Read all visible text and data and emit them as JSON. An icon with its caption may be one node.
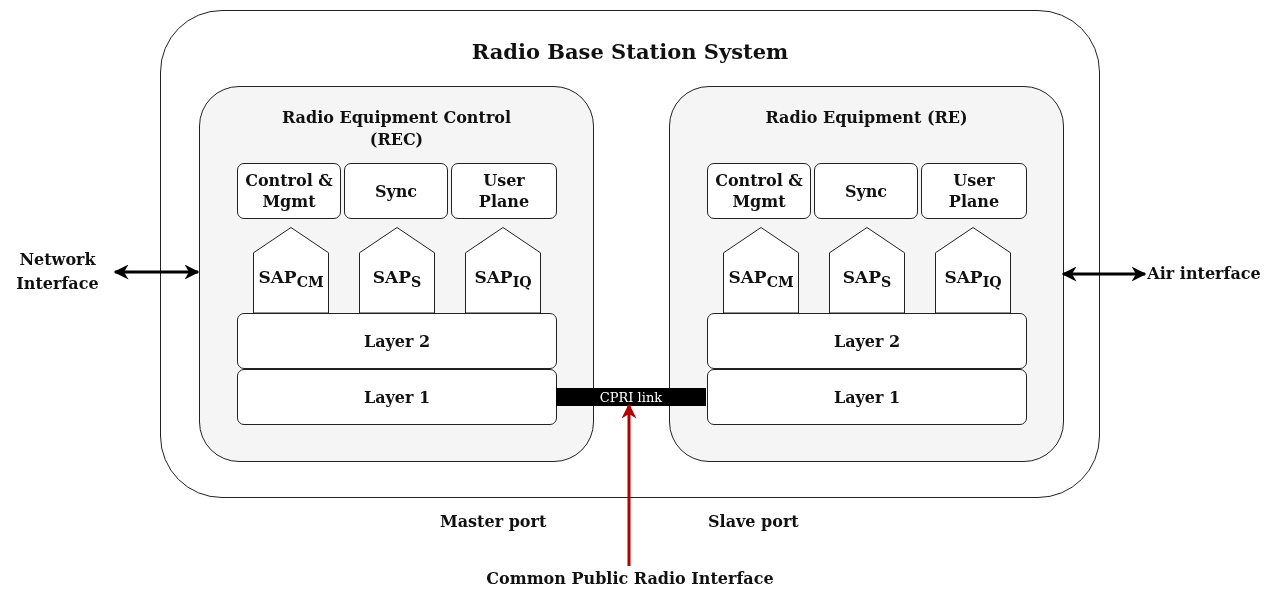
{
  "diagram": {
    "nodes": [
      {
        "text": [
          "Radio Base Station System"
        ]
      },
      {
        "text": [
          "Radio Equipment Control (REC)"
        ],
        "in": 0
      },
      {
        "text": [
          "Control & Mgmt"
        ],
        "in": 1
      },
      {
        "text": [
          "Sync"
        ],
        "in": 1
      },
      {
        "text": [
          "User Plane"
        ],
        "in": 1
      },
      {
        "text": [
          "SAP$_{CM}$"
        ],
        "in": 1
      },
      {
        "text": [
          "SAP$_{S}$"
        ],
        "in": 1
      },
      {
        "text": [
          "SAP$_{IQ}$"
        ],
        "in": 1
      },
      {
        "text": [
          "Layer 2"
        ],
        "in": 1
      },
      {
        "text": [
          "Layer 1"
        ],
        "in": 1
      },
      {
        "text": [
          "Radio Equipment (RE)"
        ],
        "in": 0
      },
      {
        "text": [
          "Control & Mgmt"
        ],
        "in": 10
      },
      {
        "text": [
          "Sync"
        ],
        "in": 10
      },
      {
        "text": [
          "User Plane"
        ],
        "in": 10
      },
      {
        "text": [
          "SAP$_{CM}$"
        ],
        "in": 10
      },
      {
        "text": [
          "SAP$_{S}$"
        ],
        "in": 10
      },
      {
        "text": [
          "SAP$_{IQ}$"
        ],
        "in": 10
      },
      {
        "text": [
          "Layer 2"
        ],
        "in": 10
      },
      {
        "text": [
          "Layer 1"
        ],
        "in": 10
      },
      {
        "text": [
          "CPRI link"
        ],
        "in": 0
      },
      {
        "text": [
          "Network Interface"
        ]
      },
      {
        "text": [
          "Air interface"
        ]
      },
      {
        "text": [
          "Common Public Radio Interface"
        ]
      }
    ],
    "edges": [
      {
        "from": 20,
        "to": 1,
        "arrow": "both"
      },
      {
        "from": 10,
        "to": 21,
        "arrow": "both"
      },
      {
        "from": 22,
        "to": 19,
        "arrow": "to",
        "color": "#b00000"
      }
    ],
    "labels": [
      "Master port",
      "Slave port"
    ]
  }
}
